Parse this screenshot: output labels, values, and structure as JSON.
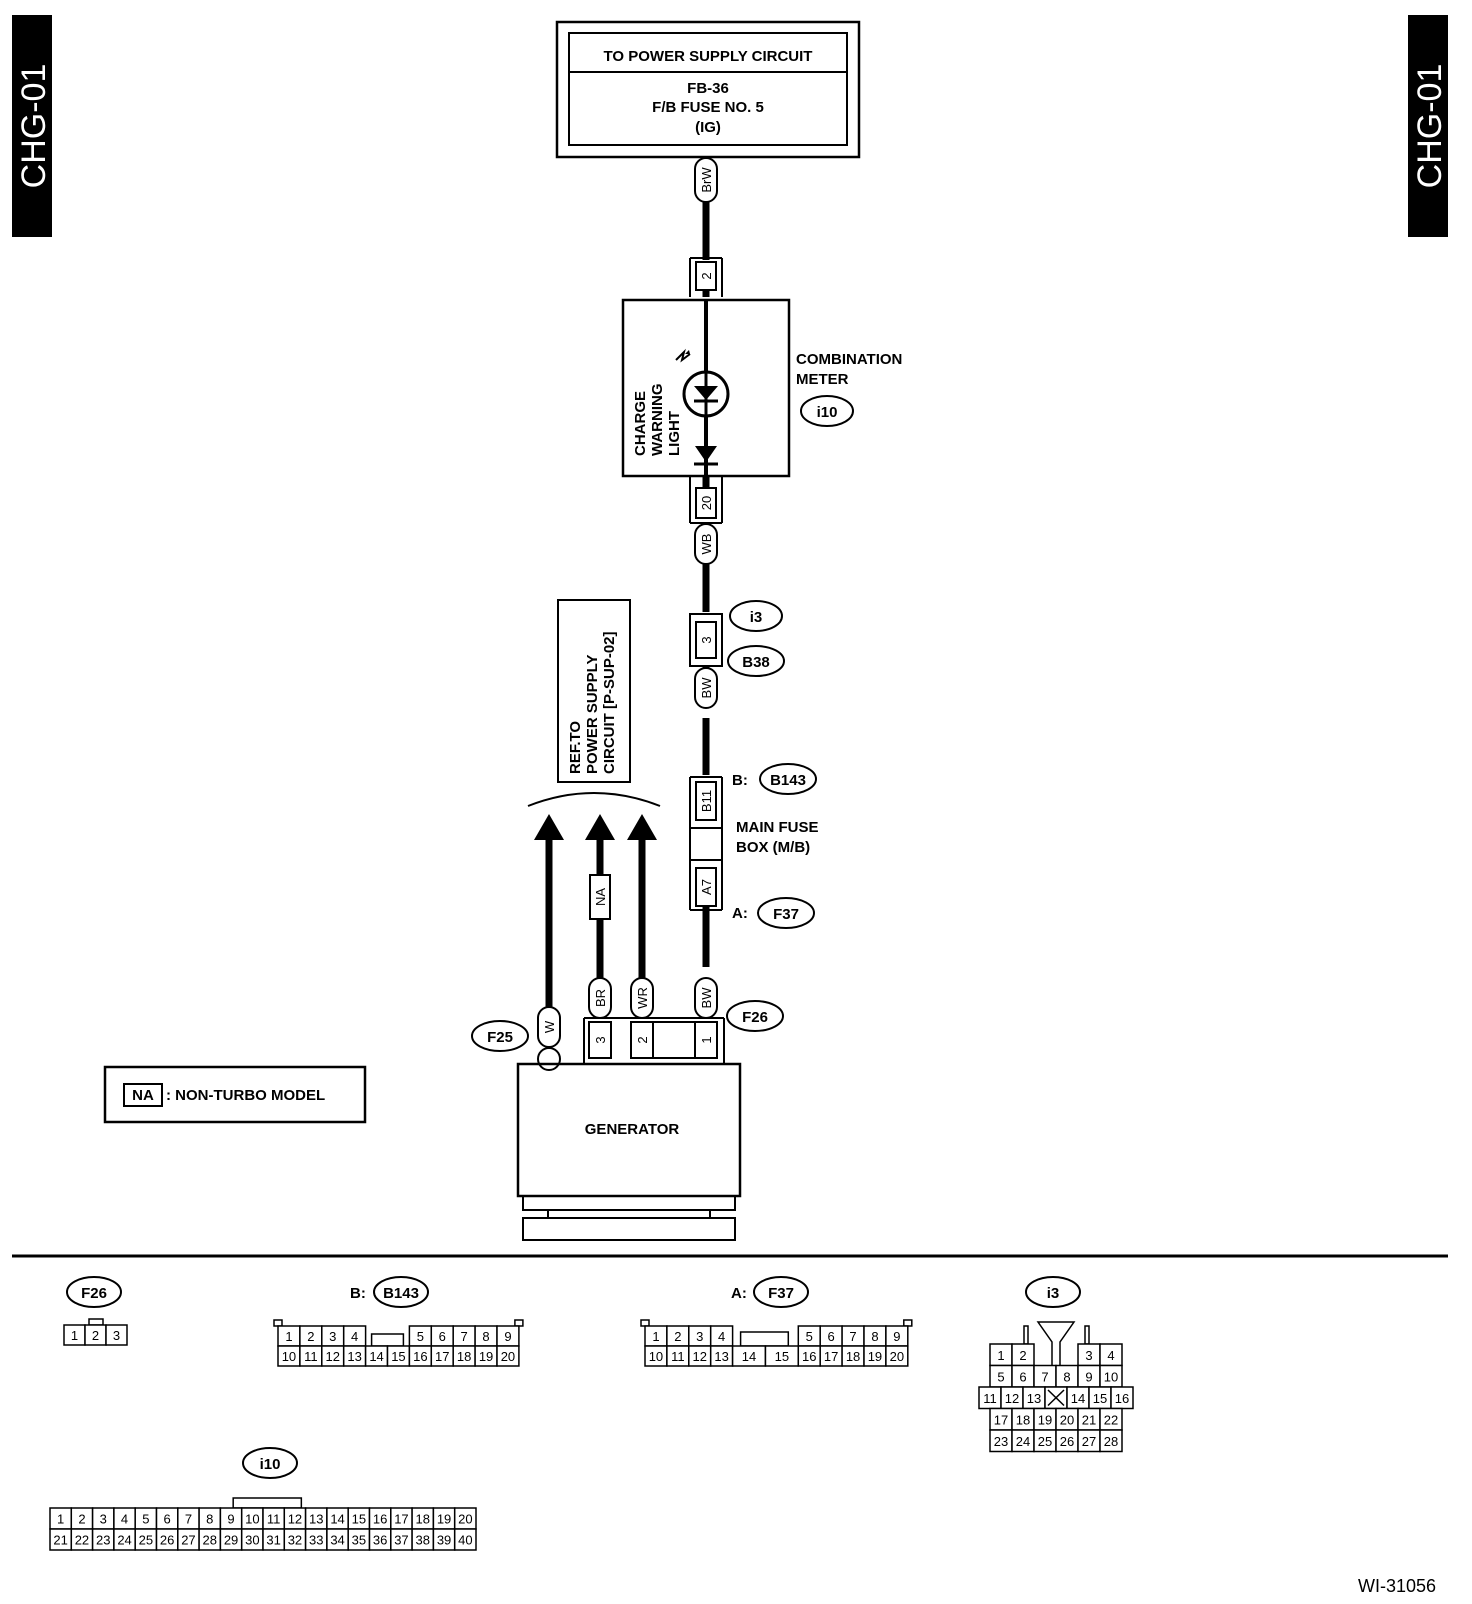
{
  "page_id": {
    "left": "CHG-01",
    "right": "CHG-01"
  },
  "power_supply": {
    "title": "TO POWER SUPPLY CIRCUIT",
    "line1": "FB-36",
    "line2": "F/B FUSE NO. 5",
    "line3": "(IG)"
  },
  "combination_meter": {
    "label_1": "COMBINATION",
    "label_2": "METER",
    "connector": "i10"
  },
  "charge_warning_light": {
    "line1": "CHARGE",
    "line2": "WARNING",
    "line3": "LIGHT"
  },
  "wires": {
    "top": "BrW",
    "meter_out": "WB",
    "mid": "BW",
    "gen_1": "BW",
    "gen_2": "WR",
    "gen_3": "BR",
    "gen_w": "W",
    "na_tag": "NA"
  },
  "pins": {
    "meter_in": "2",
    "meter_out": "20",
    "i3_pin": "3",
    "mb_b": "B11",
    "mb_a": "A7",
    "gen_p1": "1",
    "gen_p2": "2",
    "gen_p3": "3"
  },
  "connectors": {
    "i3": "i3",
    "b38": "B38",
    "b143_prefix": "B:",
    "b143": "B143",
    "f37_prefix": "A:",
    "f37": "F37",
    "f26": "F26",
    "f25": "F25"
  },
  "main_fuse_box": {
    "line1": "MAIN FUSE",
    "line2": "BOX (M/B)"
  },
  "ref_note": {
    "line1": "REF.TO",
    "line2": "POWER SUPPLY",
    "line3": "CIRCUIT [P-SUP-02]"
  },
  "generator": {
    "label": "GENERATOR"
  },
  "legend": {
    "tag": "NA",
    "text": ": NON-TURBO MODEL"
  },
  "connector_views": {
    "f26": {
      "name": "F26",
      "pins": [
        "1",
        "2",
        "3"
      ]
    },
    "b143": {
      "prefix": "B:",
      "name": "B143",
      "row1_left": [
        "1",
        "2",
        "3",
        "4"
      ],
      "row1_right": [
        "5",
        "6",
        "7",
        "8",
        "9"
      ],
      "row2": [
        "10",
        "11",
        "12",
        "13",
        "14",
        "15",
        "16",
        "17",
        "18",
        "19",
        "20"
      ]
    },
    "f37": {
      "prefix": "A:",
      "name": "F37",
      "row1_left": [
        "1",
        "2",
        "3",
        "4"
      ],
      "row1_right": [
        "5",
        "6",
        "7",
        "8",
        "9"
      ],
      "row2_a": [
        "10",
        "11",
        "12",
        "13"
      ],
      "row2_b": [
        "14",
        "15"
      ],
      "row2_c": [
        "16",
        "17",
        "18",
        "19",
        "20"
      ]
    },
    "i3": {
      "name": "i3",
      "rows": [
        [
          "1",
          "2",
          "",
          "",
          "3",
          "4"
        ],
        [
          "5",
          "6",
          "7",
          "8",
          "9",
          "10"
        ],
        [
          "11",
          "12",
          "13",
          "",
          "14",
          "15",
          "16"
        ],
        [
          "17",
          "18",
          "19",
          "20",
          "21",
          "22"
        ],
        [
          "23",
          "24",
          "25",
          "26",
          "27",
          "28"
        ]
      ]
    },
    "i10": {
      "name": "i10",
      "row1": [
        "1",
        "2",
        "3",
        "4",
        "5",
        "6",
        "7",
        "8",
        "9",
        "10",
        "11",
        "12",
        "13",
        "14",
        "15",
        "16",
        "17",
        "18",
        "19",
        "20"
      ],
      "row2": [
        "21",
        "22",
        "23",
        "24",
        "25",
        "26",
        "27",
        "28",
        "29",
        "30",
        "31",
        "32",
        "33",
        "34",
        "35",
        "36",
        "37",
        "38",
        "39",
        "40"
      ]
    }
  },
  "footer_code": "WI-31056"
}
